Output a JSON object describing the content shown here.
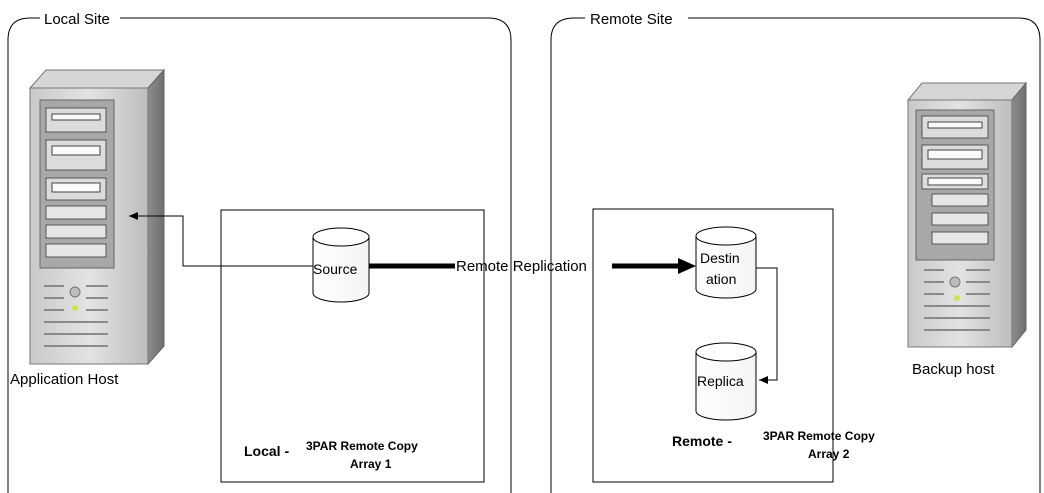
{
  "local_site": {
    "label": "Local Site",
    "host_label": "Application Host",
    "array_prefix": "Local -",
    "array_line1": "3PAR Remote Copy",
    "array_line2": "Array 1",
    "volume_label": "Source"
  },
  "remote_site": {
    "label": "Remote Site",
    "host_label": "Backup host",
    "array_prefix": "Remote -",
    "array_line1": "3PAR Remote Copy",
    "array_line2": "Array 2",
    "destination_line1": "Destin",
    "destination_line2": "ation",
    "replica_label": "Replica"
  },
  "link_label": "Remote Replication"
}
